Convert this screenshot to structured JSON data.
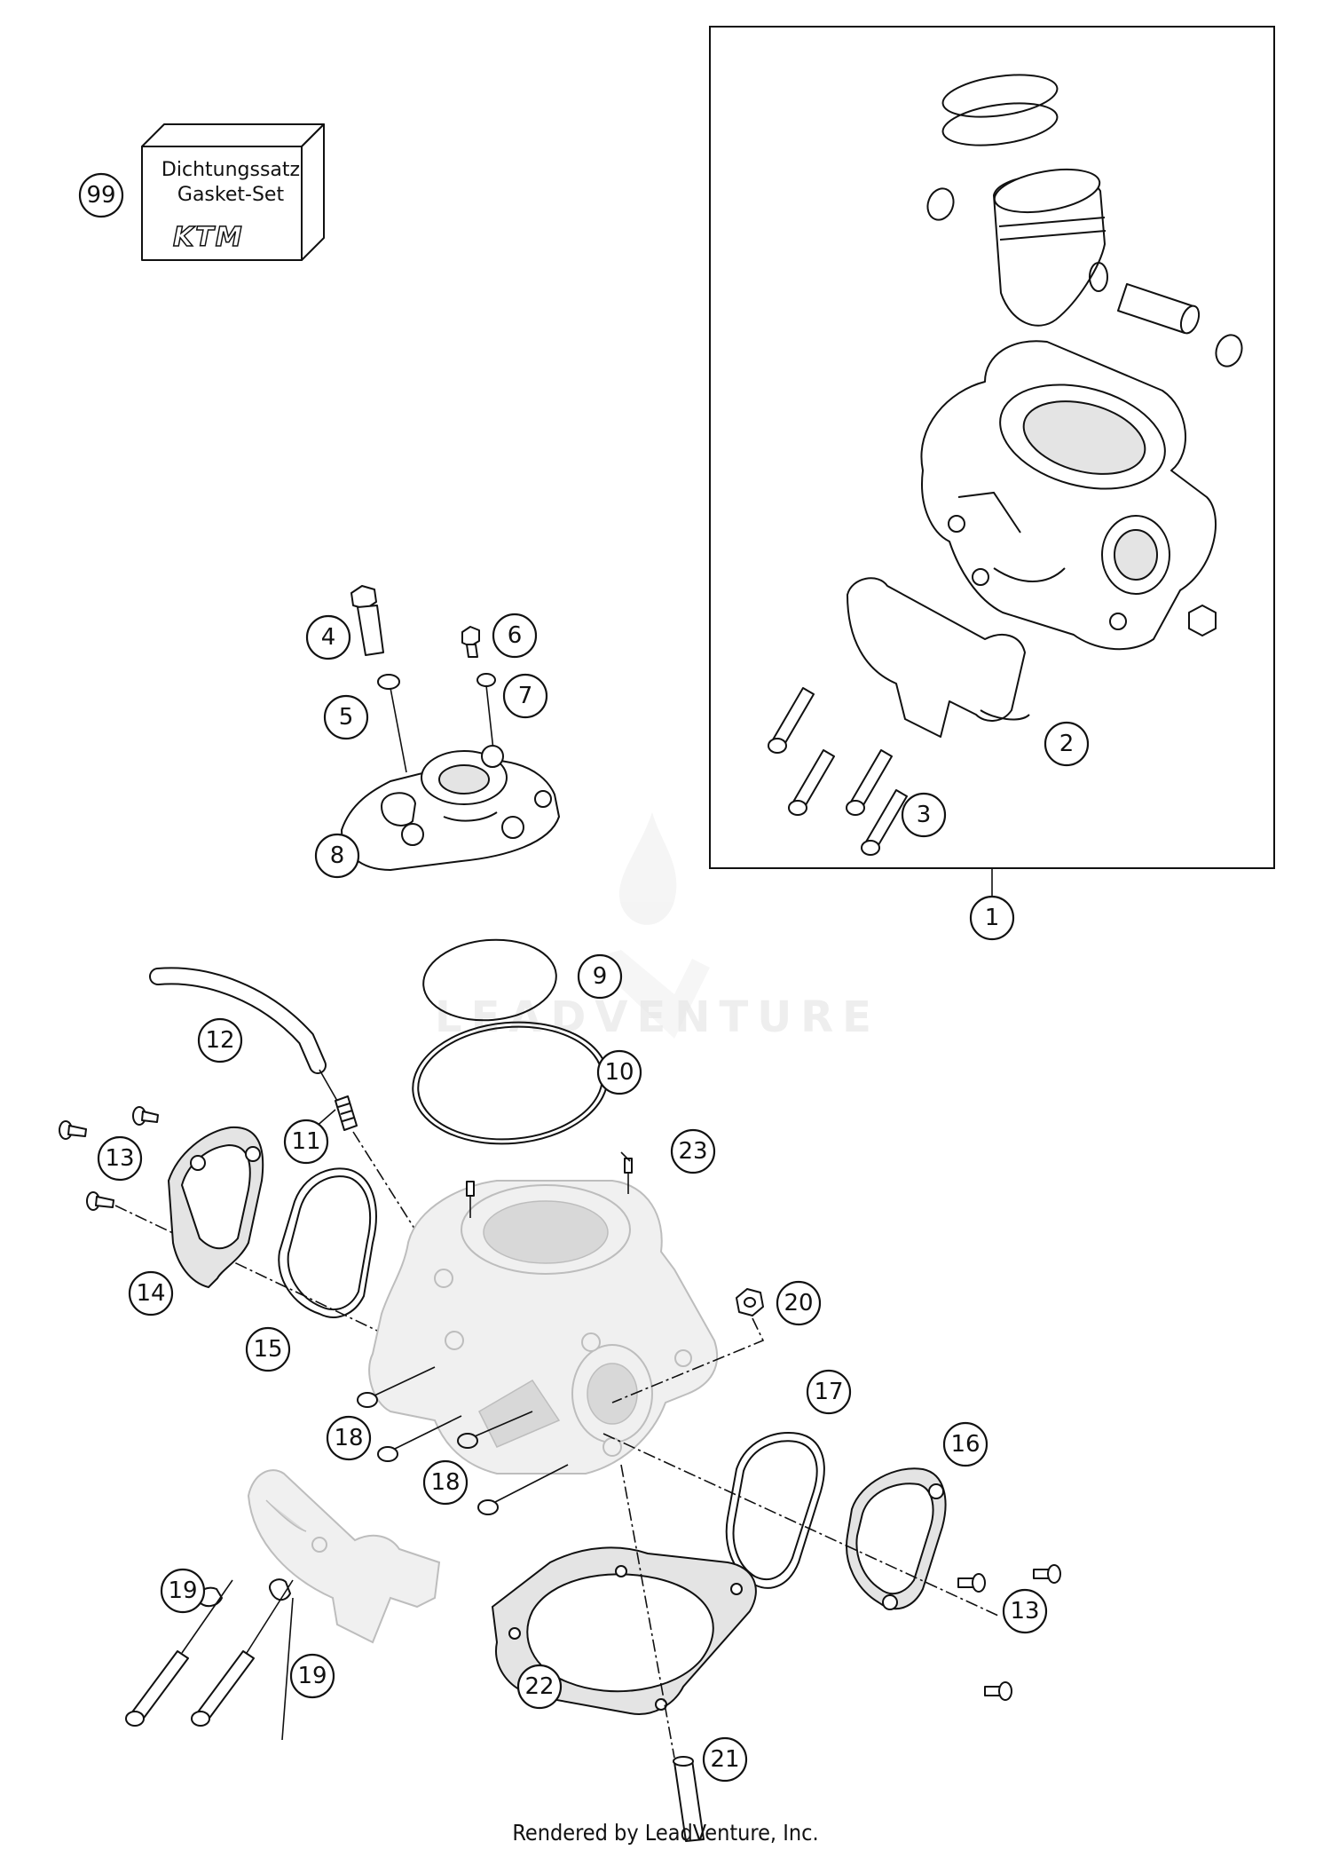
{
  "footer": "Rendered by LeadVenture, Inc.",
  "watermark": "LEADVENTURE",
  "gasket_box": {
    "line1": "Dichtungssatz",
    "line2": "Gasket-Set",
    "logo": "KTM"
  },
  "callouts": {
    "c99": "99",
    "c1": "1",
    "c2": "2",
    "c3": "3",
    "c4": "4",
    "c5": "5",
    "c6": "6",
    "c7": "7",
    "c8": "8",
    "c9": "9",
    "c10": "10",
    "c11": "11",
    "c12": "12",
    "c13a": "13",
    "c13b": "13",
    "c14": "14",
    "c15": "15",
    "c16": "16",
    "c17": "17",
    "c18a": "18",
    "c18b": "18",
    "c19a": "19",
    "c19b": "19",
    "c20": "20",
    "c21": "21",
    "c22": "22",
    "c23": "23"
  }
}
